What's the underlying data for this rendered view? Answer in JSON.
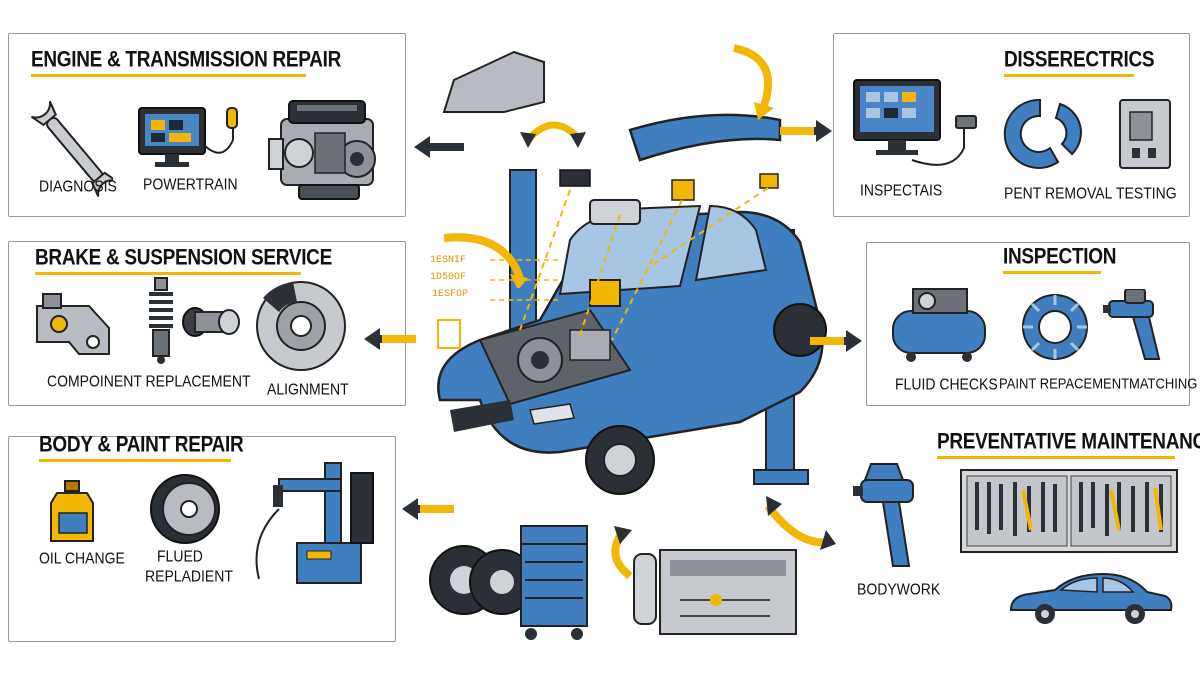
{
  "panels": {
    "engine": {
      "title": "ENGINE & TRANSMISSION REPAIR",
      "items": [
        "DIAGNOSIS",
        "POWERTRAIN"
      ]
    },
    "brake": {
      "title": "BRAKE & SUSPENSION SERVICE",
      "items": [
        "COMPOINENT REPLACEMENT",
        "ALIGNMENT"
      ]
    },
    "body": {
      "title": "BODY & PAINT REPAIR",
      "items": [
        "OIL CHANGE",
        "FLUED",
        "REPLADIENT"
      ]
    },
    "diss": {
      "title": "DISSERECTRICS",
      "items": [
        "INSPECTAIS",
        "PENT REMOVAL",
        "TESTING"
      ]
    },
    "inspection": {
      "title": "INSPECTION",
      "items": [
        "FLUID CHECKS",
        "PAINT REPACEMENTMATCHING"
      ]
    },
    "preventative": {
      "title": "PREVENTATIVE MAINTENANCE",
      "items": [
        "BODYWORK"
      ]
    }
  },
  "callouts": [
    "1ESNIF",
    "1D50OF",
    "1ESFOP"
  ],
  "colors": {
    "accent": "#f2b705",
    "blue": "#3f7fbf",
    "dark": "#2b2f36",
    "gray": "#6d6d6d",
    "border": "#9a9a9a"
  },
  "icons": [
    "wrench-icon",
    "monitor-icon",
    "engine-icon",
    "caliper-icon",
    "shock-absorber-icon",
    "brake-rotor-icon",
    "oil-bottle-icon",
    "brake-drum-icon",
    "tire-changer-icon",
    "diagnostic-screen-icon",
    "magnet-icon",
    "testing-device-icon",
    "air-compressor-icon",
    "gear-ring-icon",
    "spray-gun-icon",
    "tool-board-icon",
    "sedan-icon",
    "car-on-lift-icon",
    "tires-icon",
    "tool-cart-icon",
    "parts-washer-icon"
  ]
}
